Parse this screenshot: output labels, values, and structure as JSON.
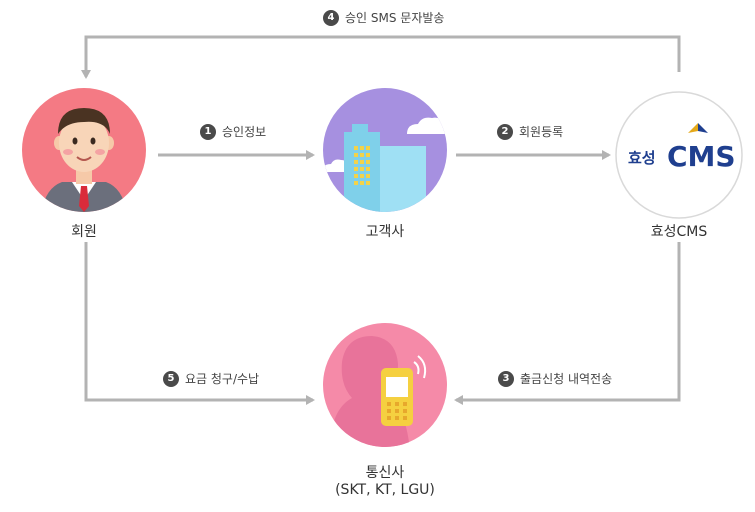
{
  "nodes": {
    "member": {
      "label": "회원"
    },
    "client": {
      "label": "고객사"
    },
    "hyosung": {
      "label": "효성CMS",
      "logo_text_korean": "효성",
      "logo_text_latin": "CMS"
    },
    "telecom": {
      "label": "통신사",
      "sublabel": "(SKT, KT, LGU)"
    }
  },
  "steps": [
    {
      "number": "1",
      "label": "승인정보"
    },
    {
      "number": "2",
      "label": "회원등록"
    },
    {
      "number": "3",
      "label": "출금신청 내역전송"
    },
    {
      "number": "4",
      "label": "승인 SMS 문자발송"
    },
    {
      "number": "5",
      "label": "요금 청구/수납"
    }
  ],
  "colors": {
    "arrow": "#b3b3b3",
    "member_bg": "#f47a84",
    "client_bg": "#a690e0",
    "telecom_bg": "#f58aa8",
    "hyosung_blue": "#1f3f8f",
    "hyosung_gold": "#e5a91a"
  }
}
